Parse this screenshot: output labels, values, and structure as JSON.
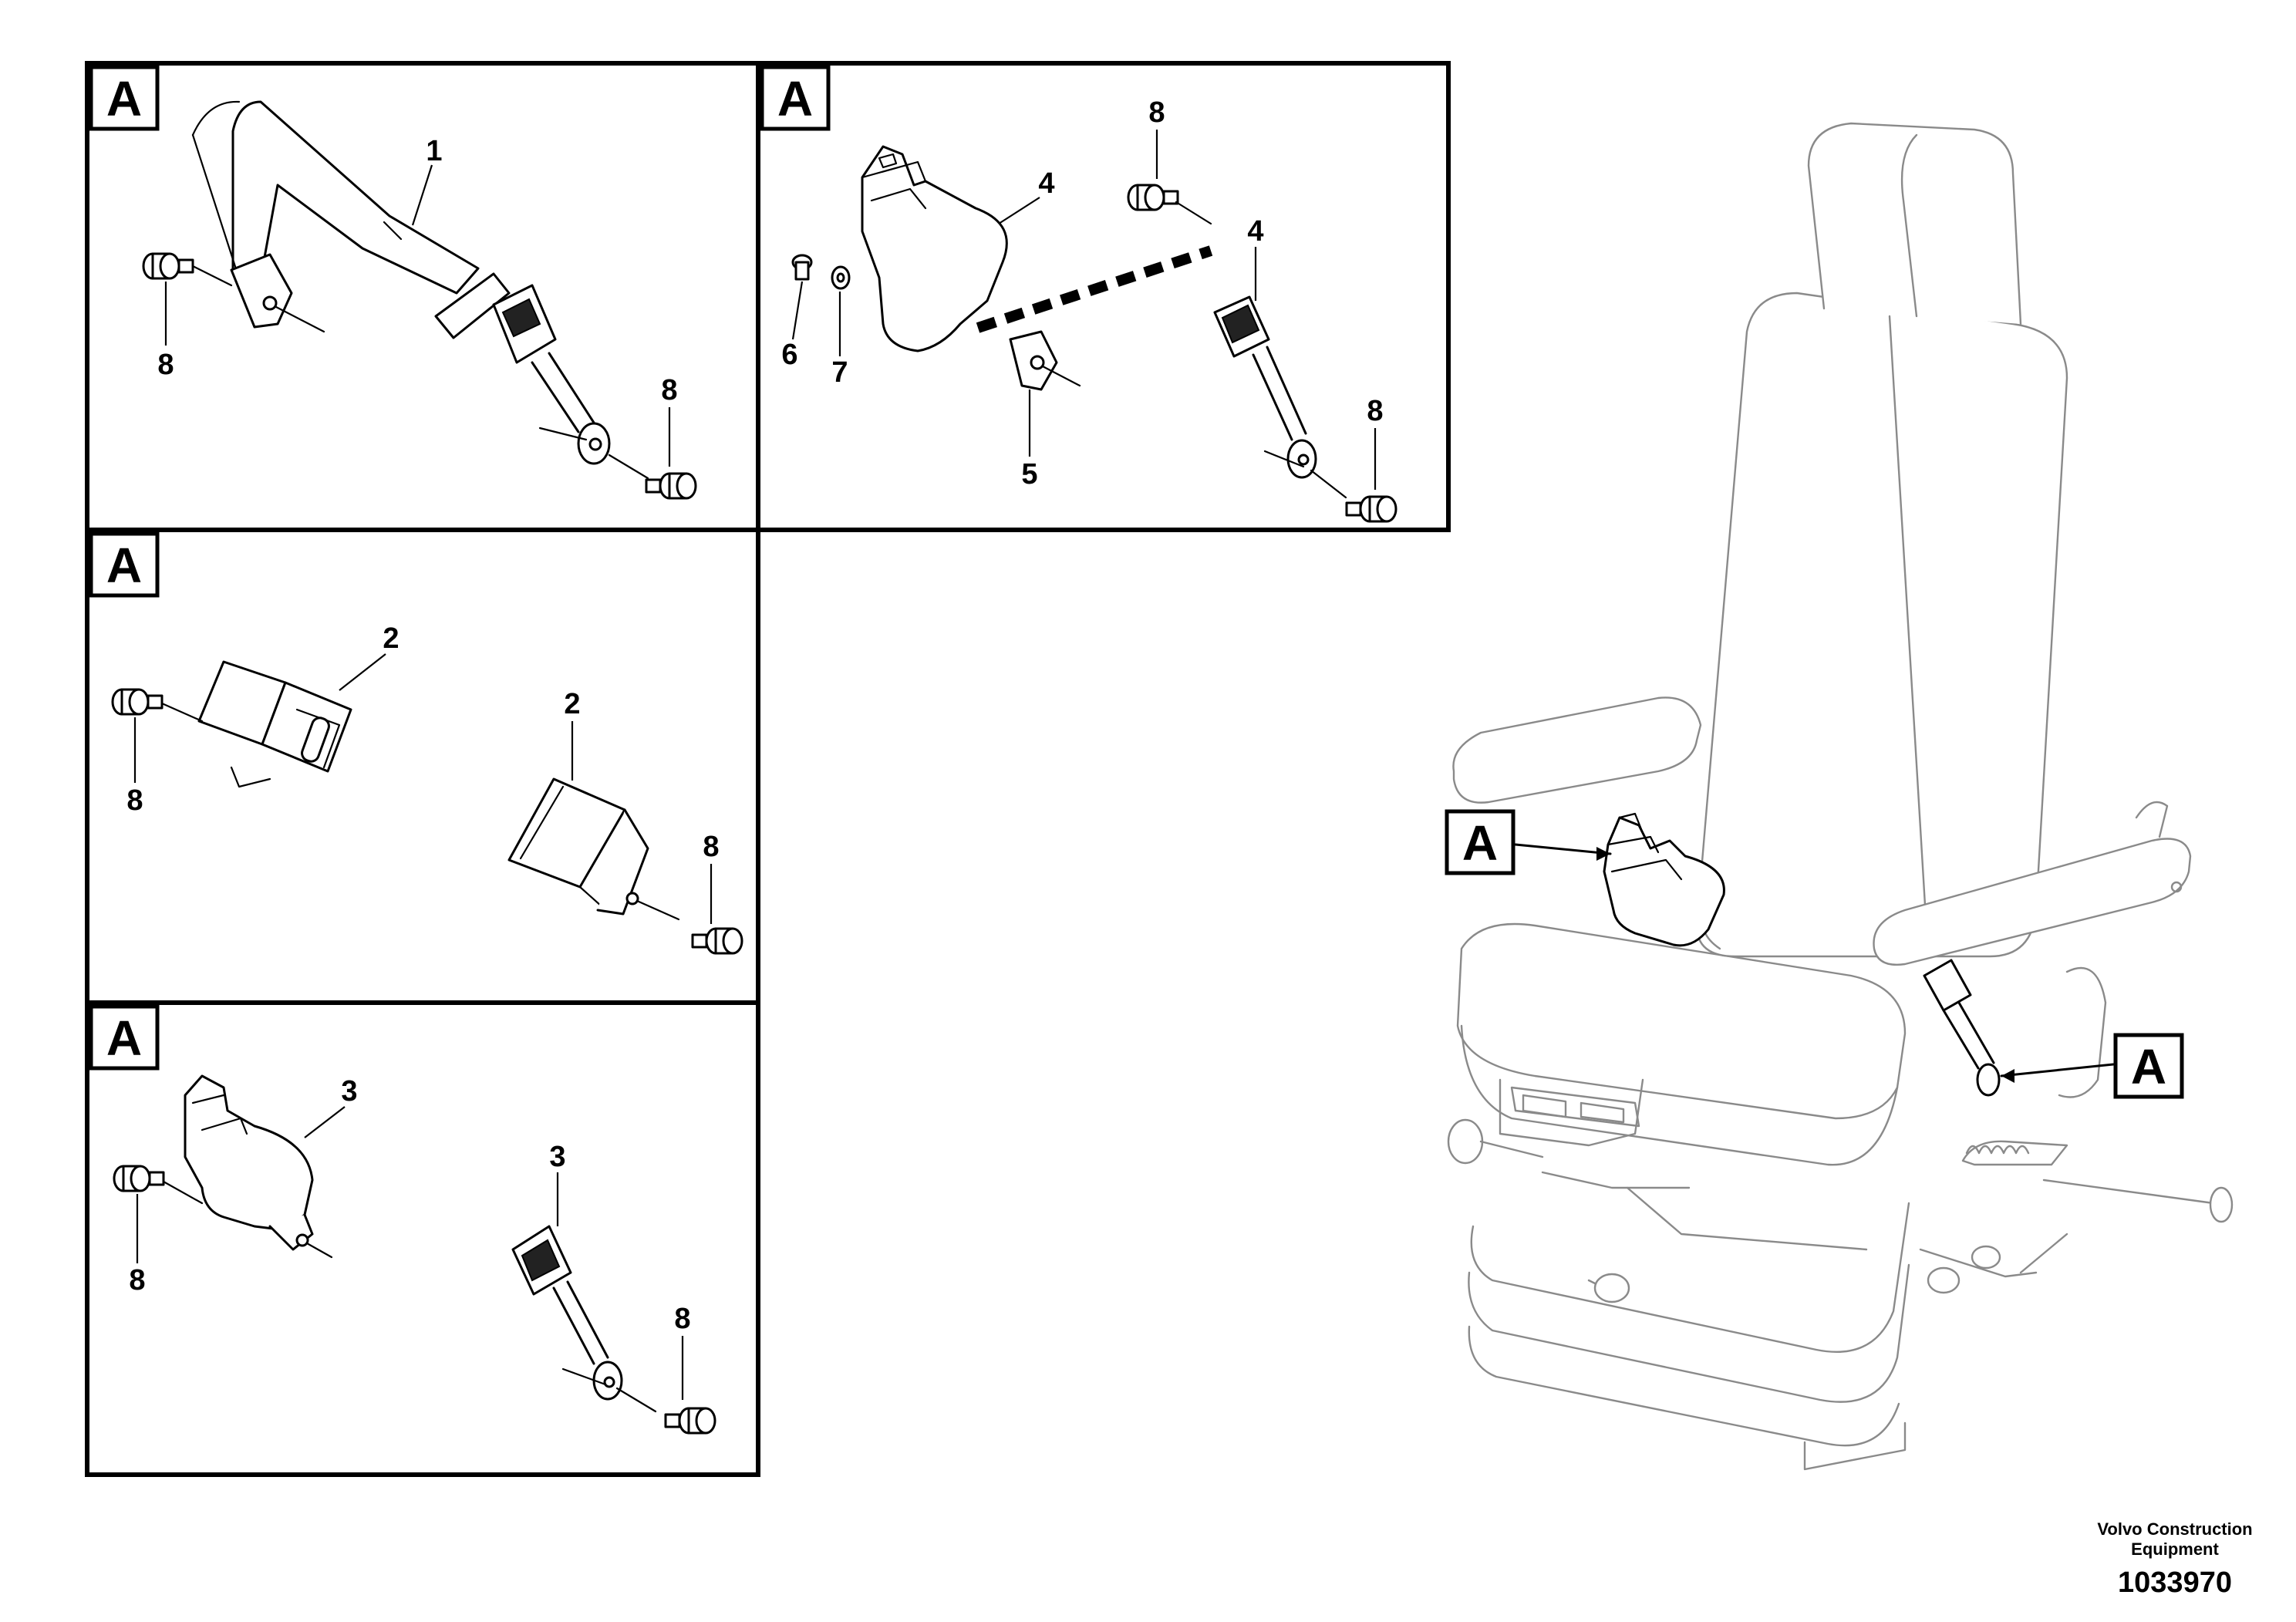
{
  "panels": [
    {
      "tag": "A",
      "callouts": {
        "c1": "1",
        "c2": "8",
        "c3": "8"
      }
    },
    {
      "tag": "A",
      "callouts": {
        "c1": "8",
        "c2": "4",
        "c3": "4",
        "c4": "6",
        "c5": "7",
        "c6": "5",
        "c7": "8"
      }
    },
    {
      "tag": "A",
      "callouts": {
        "c1": "2",
        "c2": "8",
        "c3": "2",
        "c4": "8"
      }
    },
    {
      "tag": "A",
      "callouts": {
        "c1": "3",
        "c2": "8",
        "c3": "3",
        "c4": "8"
      }
    }
  ],
  "seat_tags": {
    "left": "A",
    "right": "A"
  },
  "footer": {
    "line1": "Volvo Construction",
    "line2": "Equipment",
    "code": "1033970"
  }
}
